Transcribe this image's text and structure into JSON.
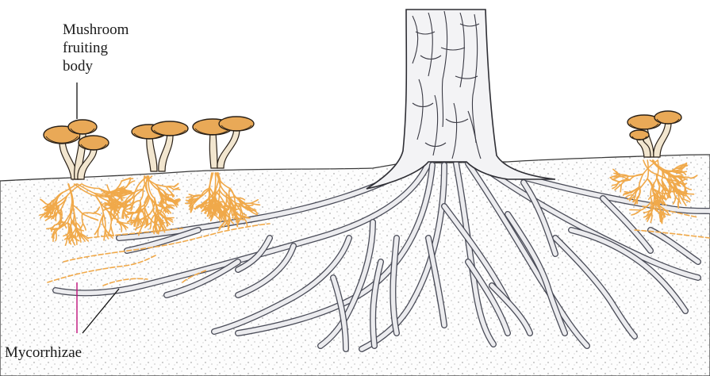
{
  "labels": {
    "mushroom_line1": "Mushroom",
    "mushroom_line2": "fruiting",
    "mushroom_line3": "body",
    "mycorrhizae": "Mycorrhizae"
  },
  "colors": {
    "background": "#ffffff",
    "soil_fill": "#fdfdfd",
    "soil_stipple": "#8a8a8a",
    "root_fill": "#ececef",
    "root_outline": "#4a4c58",
    "hyphae": "#f0a94a",
    "mushroom_cap": "#e9a957",
    "mushroom_outline": "#2a2118",
    "trunk_fill": "#f3f3f5",
    "label_text": "#1a1a1a",
    "leader_line_magenta": "#c0107a",
    "leader_line_black": "#111111"
  },
  "icons": {
    "trunk": "tree-trunk-icon",
    "mushroom": "mushroom-icon"
  }
}
